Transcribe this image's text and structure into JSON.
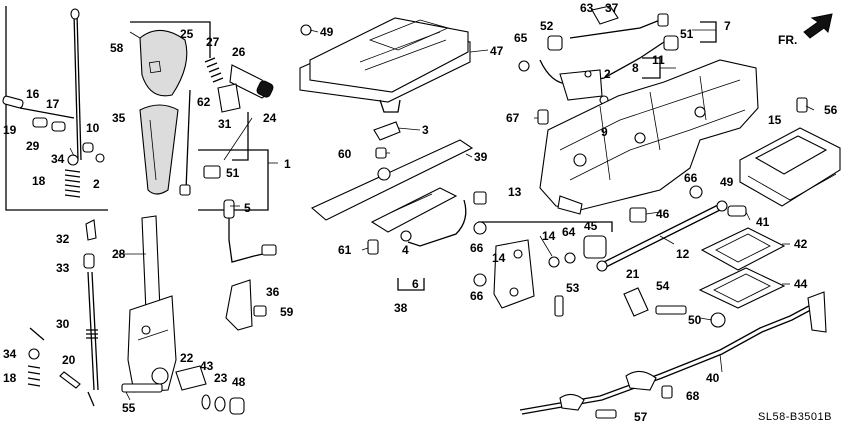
{
  "diagram": {
    "code": "SL58-B3501B",
    "direction": "FR.",
    "callouts": [
      {
        "id": "c19",
        "n": "19"
      },
      {
        "id": "c16",
        "n": "16"
      },
      {
        "id": "c17",
        "n": "17"
      },
      {
        "id": "c10",
        "n": "10"
      },
      {
        "id": "c29",
        "n": "29"
      },
      {
        "id": "c34a",
        "n": "34"
      },
      {
        "id": "c2a",
        "n": "2"
      },
      {
        "id": "c18a",
        "n": "18"
      },
      {
        "id": "c58",
        "n": "58"
      },
      {
        "id": "c25",
        "n": "25"
      },
      {
        "id": "c27",
        "n": "27"
      },
      {
        "id": "c26",
        "n": "26"
      },
      {
        "id": "c62",
        "n": "62"
      },
      {
        "id": "c35",
        "n": "35"
      },
      {
        "id": "c31",
        "n": "31"
      },
      {
        "id": "c24",
        "n": "24"
      },
      {
        "id": "c1",
        "n": "1"
      },
      {
        "id": "c51a",
        "n": "51"
      },
      {
        "id": "c5",
        "n": "5"
      },
      {
        "id": "c49a",
        "n": "49"
      },
      {
        "id": "c47",
        "n": "47"
      },
      {
        "id": "c3",
        "n": "3"
      },
      {
        "id": "c60",
        "n": "60"
      },
      {
        "id": "c39",
        "n": "39"
      },
      {
        "id": "c63",
        "n": "63"
      },
      {
        "id": "c37",
        "n": "37"
      },
      {
        "id": "c52",
        "n": "52"
      },
      {
        "id": "c65",
        "n": "65"
      },
      {
        "id": "c7",
        "n": "7"
      },
      {
        "id": "c51b",
        "n": "51"
      },
      {
        "id": "c2b",
        "n": "2"
      },
      {
        "id": "c8",
        "n": "8"
      },
      {
        "id": "c11",
        "n": "11"
      },
      {
        "id": "c67",
        "n": "67"
      },
      {
        "id": "c9",
        "n": "9"
      },
      {
        "id": "c56",
        "n": "56"
      },
      {
        "id": "c15",
        "n": "15"
      },
      {
        "id": "c66a",
        "n": "66"
      },
      {
        "id": "c49b",
        "n": "49"
      },
      {
        "id": "c46",
        "n": "46"
      },
      {
        "id": "c41",
        "n": "41"
      },
      {
        "id": "c13",
        "n": "13"
      },
      {
        "id": "c45",
        "n": "45"
      },
      {
        "id": "c14a",
        "n": "14"
      },
      {
        "id": "c64",
        "n": "64"
      },
      {
        "id": "c66b",
        "n": "66"
      },
      {
        "id": "c14b",
        "n": "14"
      },
      {
        "id": "c66c",
        "n": "66"
      },
      {
        "id": "c12",
        "n": "12"
      },
      {
        "id": "c42",
        "n": "42"
      },
      {
        "id": "c44",
        "n": "44"
      },
      {
        "id": "c32",
        "n": "32"
      },
      {
        "id": "c28",
        "n": "28"
      },
      {
        "id": "c33",
        "n": "33"
      },
      {
        "id": "c30",
        "n": "30"
      },
      {
        "id": "c34b",
        "n": "34"
      },
      {
        "id": "c20",
        "n": "20"
      },
      {
        "id": "c18b",
        "n": "18"
      },
      {
        "id": "c55",
        "n": "55"
      },
      {
        "id": "c36",
        "n": "36"
      },
      {
        "id": "c59",
        "n": "59"
      },
      {
        "id": "c22",
        "n": "22"
      },
      {
        "id": "c43",
        "n": "43"
      },
      {
        "id": "c23",
        "n": "23"
      },
      {
        "id": "c48",
        "n": "48"
      },
      {
        "id": "c61",
        "n": "61"
      },
      {
        "id": "c4",
        "n": "4"
      },
      {
        "id": "c6",
        "n": "6"
      },
      {
        "id": "c38",
        "n": "38"
      },
      {
        "id": "c53",
        "n": "53"
      },
      {
        "id": "c21",
        "n": "21"
      },
      {
        "id": "c54",
        "n": "54"
      },
      {
        "id": "c50",
        "n": "50"
      },
      {
        "id": "c40",
        "n": "40"
      },
      {
        "id": "c68",
        "n": "68"
      },
      {
        "id": "c57",
        "n": "57"
      }
    ]
  }
}
